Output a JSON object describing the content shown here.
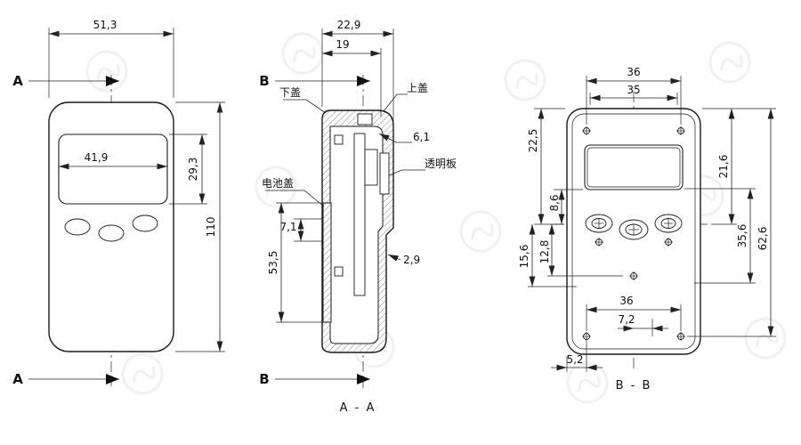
{
  "front": {
    "label_a_top": "A",
    "label_a_bottom": "A",
    "dim_width": "51,3",
    "dim_display_width": "41,9",
    "dim_display_height": "29,3",
    "dim_height": "110"
  },
  "section_a": {
    "label_b_top": "B",
    "label_b_bottom": "B",
    "caption": "A - A",
    "dim_total_depth": "22,9",
    "dim_inner_depth": "19",
    "dim_step": "6,1",
    "dim_wall": "2,9",
    "dim_offset": "7,1",
    "dim_battery_len": "53,5",
    "lbl_bottom_cover": "下盖",
    "lbl_top_cover": "上盖",
    "lbl_clear_panel": "透明板",
    "lbl_battery_cover": "电池盖"
  },
  "section_b": {
    "caption": "B - B",
    "dim_top_outer": "36",
    "dim_top_inner": "35",
    "dim_left_top": "22,5",
    "dim_left_mid": "8,6",
    "dim_left_low_outer": "15,6",
    "dim_left_low_inner": "12,8",
    "dim_right_top": "21,6",
    "dim_right_mid": "35,6",
    "dim_right_overall": "62,6",
    "dim_bottom_span": "36",
    "dim_bottom_offset": "7,2",
    "dim_corner_offset": "5,2"
  }
}
